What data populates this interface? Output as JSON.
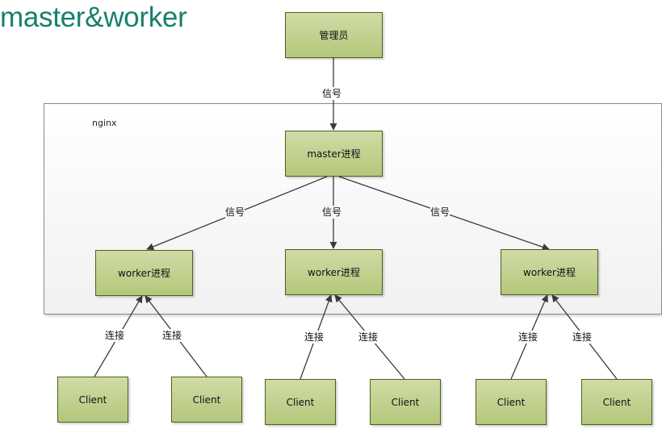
{
  "title": "master&worker",
  "nginx_label": "nginx",
  "admin_label": "管理员",
  "master_label": "master进程",
  "worker_label": "worker进程",
  "signal_label": "信号",
  "connect_label": "连接",
  "client_label": "Client"
}
